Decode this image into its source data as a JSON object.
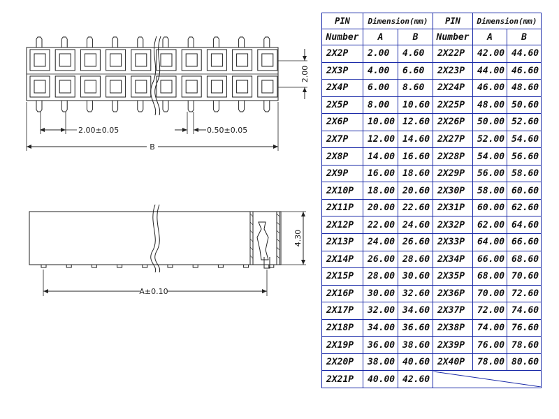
{
  "drawing": {
    "top_view": {
      "pitch_label": "2.00±0.05",
      "pin_width_label": "0.50±0.05",
      "overall_label": "B",
      "row_spacing_label": "2.00"
    },
    "side_view": {
      "length_label": "A±0.10",
      "height_label": "4.30"
    }
  },
  "table": {
    "header": {
      "pin_label": "PIN",
      "number_label": "Number",
      "dimension_label": "Dimension(mm)",
      "col_a": "A",
      "col_b": "B"
    },
    "left_rows": [
      {
        "pin": "2X2P",
        "a": "2.00",
        "b": "4.60"
      },
      {
        "pin": "2X3P",
        "a": "4.00",
        "b": "6.60"
      },
      {
        "pin": "2X4P",
        "a": "6.00",
        "b": "8.60"
      },
      {
        "pin": "2X5P",
        "a": "8.00",
        "b": "10.60"
      },
      {
        "pin": "2X6P",
        "a": "10.00",
        "b": "12.60"
      },
      {
        "pin": "2X7P",
        "a": "12.00",
        "b": "14.60"
      },
      {
        "pin": "2X8P",
        "a": "14.00",
        "b": "16.60"
      },
      {
        "pin": "2X9P",
        "a": "16.00",
        "b": "18.60"
      },
      {
        "pin": "2X10P",
        "a": "18.00",
        "b": "20.60"
      },
      {
        "pin": "2X11P",
        "a": "20.00",
        "b": "22.60"
      },
      {
        "pin": "2X12P",
        "a": "22.00",
        "b": "24.60"
      },
      {
        "pin": "2X13P",
        "a": "24.00",
        "b": "26.60"
      },
      {
        "pin": "2X14P",
        "a": "26.00",
        "b": "28.60"
      },
      {
        "pin": "2X15P",
        "a": "28.00",
        "b": "30.60"
      },
      {
        "pin": "2X16P",
        "a": "30.00",
        "b": "32.60"
      },
      {
        "pin": "2X17P",
        "a": "32.00",
        "b": "34.60"
      },
      {
        "pin": "2X18P",
        "a": "34.00",
        "b": "36.60"
      },
      {
        "pin": "2X19P",
        "a": "36.00",
        "b": "38.60"
      },
      {
        "pin": "2X20P",
        "a": "38.00",
        "b": "40.60"
      },
      {
        "pin": "2X21P",
        "a": "40.00",
        "b": "42.60"
      }
    ],
    "right_rows": [
      {
        "pin": "2X22P",
        "a": "42.00",
        "b": "44.60"
      },
      {
        "pin": "2X23P",
        "a": "44.00",
        "b": "46.60"
      },
      {
        "pin": "2X24P",
        "a": "46.00",
        "b": "48.60"
      },
      {
        "pin": "2X25P",
        "a": "48.00",
        "b": "50.60"
      },
      {
        "pin": "2X26P",
        "a": "50.00",
        "b": "52.60"
      },
      {
        "pin": "2X27P",
        "a": "52.00",
        "b": "54.60"
      },
      {
        "pin": "2X28P",
        "a": "54.00",
        "b": "56.60"
      },
      {
        "pin": "2X29P",
        "a": "56.00",
        "b": "58.60"
      },
      {
        "pin": "2X30P",
        "a": "58.00",
        "b": "60.60"
      },
      {
        "pin": "2X31P",
        "a": "60.00",
        "b": "62.60"
      },
      {
        "pin": "2X32P",
        "a": "62.00",
        "b": "64.60"
      },
      {
        "pin": "2X33P",
        "a": "64.00",
        "b": "66.60"
      },
      {
        "pin": "2X34P",
        "a": "66.00",
        "b": "68.60"
      },
      {
        "pin": "2X35P",
        "a": "68.00",
        "b": "70.60"
      },
      {
        "pin": "2X36P",
        "a": "70.00",
        "b": "72.60"
      },
      {
        "pin": "2X37P",
        "a": "72.00",
        "b": "74.60"
      },
      {
        "pin": "2X38P",
        "a": "74.00",
        "b": "76.60"
      },
      {
        "pin": "2X39P",
        "a": "76.00",
        "b": "78.60"
      },
      {
        "pin": "2X40P",
        "a": "78.00",
        "b": "80.60"
      }
    ]
  },
  "colors": {
    "table_border": "#1a2aa8",
    "line": "#222222"
  }
}
